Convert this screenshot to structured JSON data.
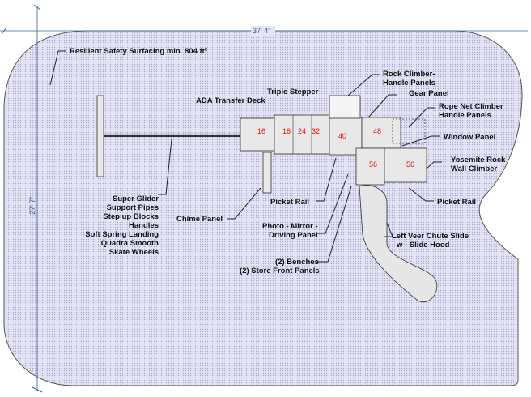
{
  "dimensions": {
    "width_label": "37' 4\"",
    "height_label": "27' 7\""
  },
  "colors": {
    "surface_fill": "#dcdcf0",
    "outline": "#555555",
    "dimension_line": "#3a5fa0",
    "deck_number": "#e01010"
  },
  "labels": {
    "surfacing": "Resilient Safety Surfacing min. 804 ft²",
    "triple_stepper": "Triple Stepper",
    "ada_deck": "ADA Transfer Deck",
    "rock_climber_1": "Rock Climber-",
    "rock_climber_2": "Handle Panels",
    "gear_panel": "Gear Panel",
    "rope_net_1": "Rope Net Climber",
    "rope_net_2": "Handle Panels",
    "window_panel": "Window Panel",
    "yosemite_1": "Yosemite Rock",
    "yosemite_2": "Wall Climber",
    "picket_rail_right": "Picket Rail",
    "picket_rail_center": "Picket Rail",
    "chime_panel": "Chime Panel",
    "photo_1": "Photo - Mirror -",
    "photo_2": "Driving Panel",
    "slide_1": "Left Veer Chute Slide",
    "slide_2": "w - Slide Hood",
    "benches_1": "(2) Benches",
    "benches_2": "(2) Store Front Panels",
    "glider": [
      "Super Glider",
      "Support Pipes",
      "Step up Blocks",
      "Handles",
      "Soft Spring Landing",
      "Quadra Smooth",
      "Skate Wheels"
    ]
  },
  "deck_heights": [
    "16",
    "16",
    "24",
    "32",
    "40",
    "48",
    "56",
    "56"
  ]
}
